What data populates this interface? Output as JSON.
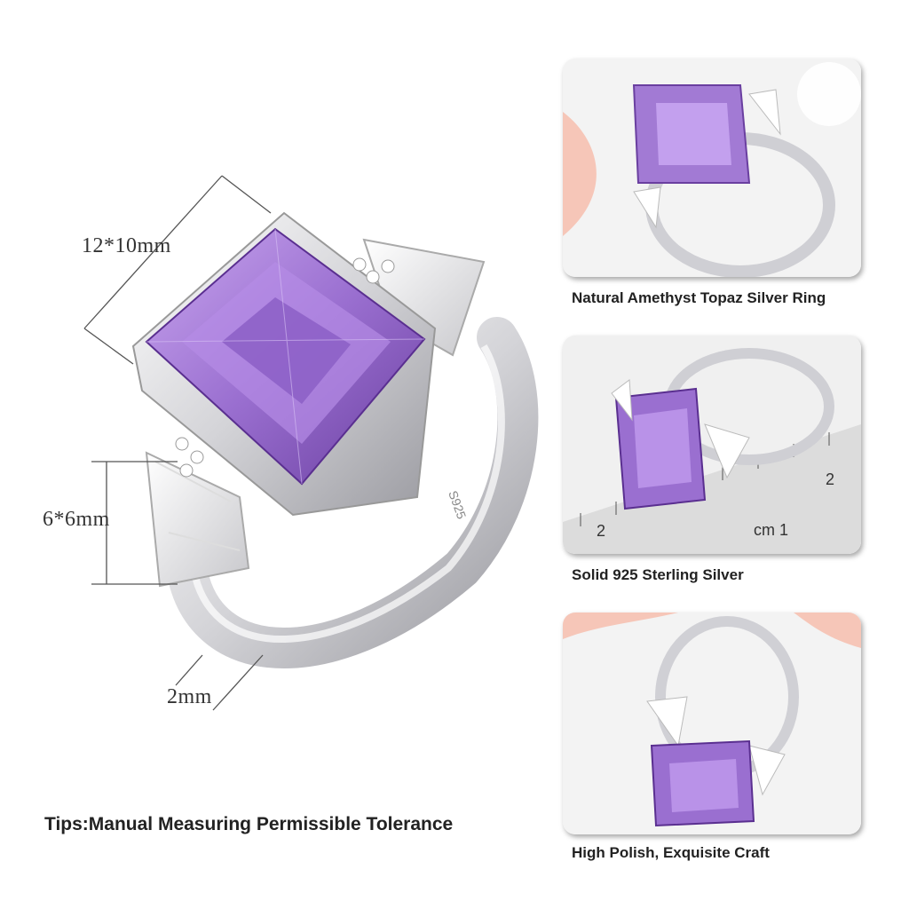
{
  "main": {
    "dimensions": {
      "center_stone": "12*10mm",
      "side_stone": "6*6mm",
      "band_width": "2mm"
    },
    "band_stamp": "S925"
  },
  "tips": "Tips:Manual Measuring Permissible Tolerance",
  "panels": [
    {
      "caption": "Natural Amethyst Topaz Silver Ring"
    },
    {
      "caption": "Solid 925 Sterling Silver"
    },
    {
      "caption": "High Polish, Exquisite Craft"
    }
  ],
  "ruler": {
    "labels": [
      "2",
      "cm 1",
      "2"
    ]
  },
  "colors": {
    "amethyst": "#9a6fd0",
    "amethyst_dark": "#6a3fa0",
    "silver": "#d8d8dc",
    "pink_backdrop": "#f6c6b8",
    "text": "#222222"
  }
}
